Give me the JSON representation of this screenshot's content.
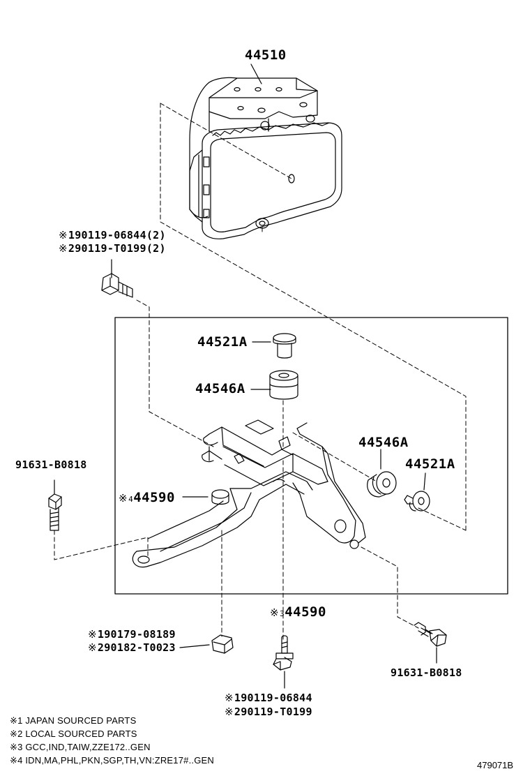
{
  "parts": {
    "actuator": "44510",
    "bolt_top_1": "190119-06844(2)",
    "bolt_top_2": "290119-T0199(2)",
    "cushion_top": "44521A",
    "grommet_top": "44546A",
    "grommet_right": "44546A",
    "cushion_right": "44521A",
    "bolt_left": "91631-B0818",
    "bracket_upper": "44590",
    "bracket_upper_prefix": "4",
    "bracket_box": "44590",
    "bracket_box_prefix": "3",
    "nut_1": "190179-08189",
    "nut_2": "290182-T0023",
    "bolt_right": "91631-B0818",
    "bolt_bottom_1": "190119-06844",
    "bolt_bottom_2": "290119-T0199"
  },
  "reference_mark": "※",
  "notes": [
    "1 JAPAN SOURCED PARTS",
    "2 LOCAL SOURCED PARTS",
    "3 GCC,IND,TAIW,ZZE172..GEN",
    "4 IDN,MA,PHL,PKN,SGP,TH,VN:ZRE17#..GEN"
  ],
  "figure_number": "479071B"
}
